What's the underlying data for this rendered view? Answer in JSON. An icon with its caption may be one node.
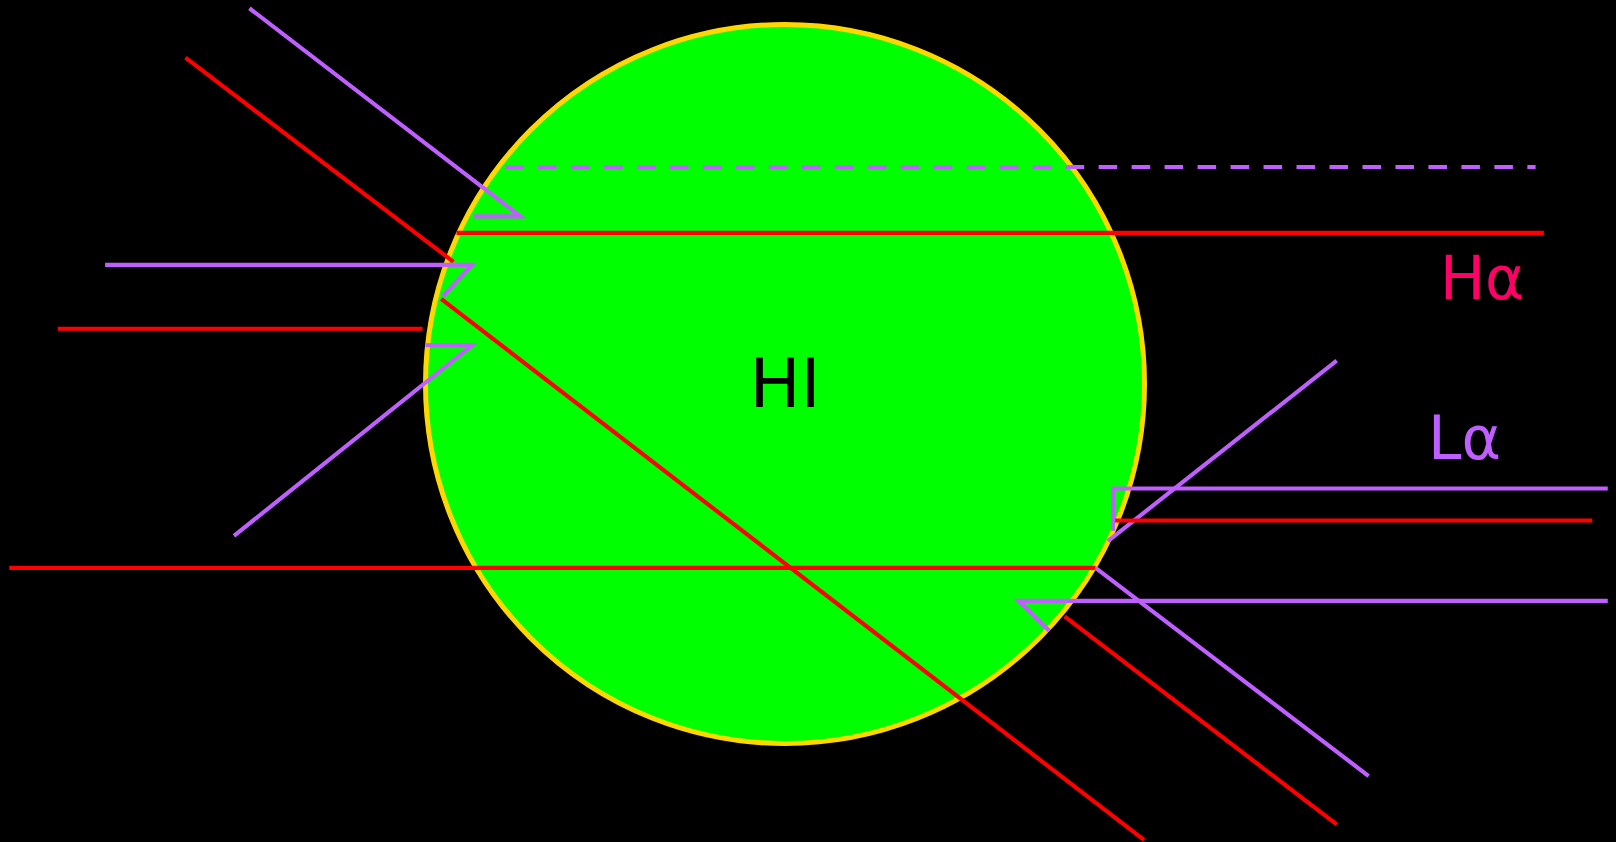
{
  "diagram": {
    "nodes": [
      {
        "text": [
          "HI"
        ]
      }
    ],
    "labels": [
      "Hα",
      "Lα"
    ]
  }
}
